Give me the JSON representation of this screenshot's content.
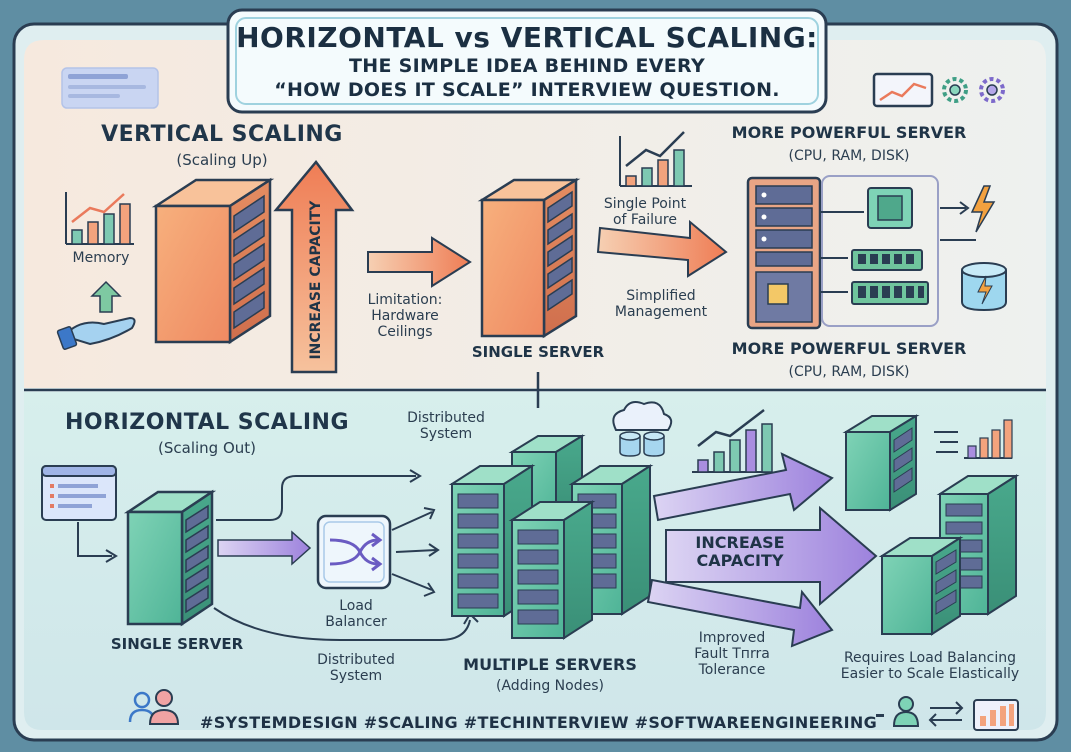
{
  "title": {
    "line1": "HORIZONTAL vs VERTICAL SCALING:",
    "line2": "THE SIMPLE IDEA BEHIND EVERY",
    "line3": "“HOW DOES IT SCALE” INTERVIEW QUESTION."
  },
  "vertical": {
    "heading": "VERTICAL SCALING",
    "subheading": "(Scaling Up)",
    "memory_label": "Memory",
    "increase_capacity": "INCREASE CAPACITY",
    "limitation": "Limitation:\nHardware\nCeilings",
    "single_server": "SINGLE SERVER",
    "single_point_failure": "Single Point\nof Failure",
    "simplified_management": "Simplified\nManagement",
    "powerful_top": "MORE POWERFUL SERVER",
    "powerful_top_sub": "(CPU, RAM, DISK)",
    "powerful_bottom": "MORE POWERFUL SERVER",
    "powerful_bottom_sub": "(CPU, RAM, DISK)"
  },
  "horizontal": {
    "heading": "HORIZONTAL SCALING",
    "subheading": "(Scaling Out)",
    "distributed_top": "Distributed\nSystem",
    "distributed_bottom": "Distributed\nSystem",
    "single_server": "SINGLE SERVER",
    "load_balancer": "Load\nBalancer",
    "multiple_servers": "MULTIPLE SERVERS",
    "adding_nodes": "(Adding Nodes)",
    "increase_capacity": "INCREASE\nCAPACITY",
    "fault_tolerance": "Improved\nFault Tпrra\nTolerance",
    "requires_lb": "Requires Load Balancing\nEasier to Scale Elastically"
  },
  "footer": "#SYSTEMDESIGN #SCALING #TECHINTERVIEW #SOFTWAREENGINEERING",
  "colors": {
    "orange_server": "#f4a070",
    "teal_server": "#63c6a8",
    "purple_arrow": "#a98ee0",
    "orange_arrow": "#f08a60",
    "navy": "#2a3d52"
  }
}
